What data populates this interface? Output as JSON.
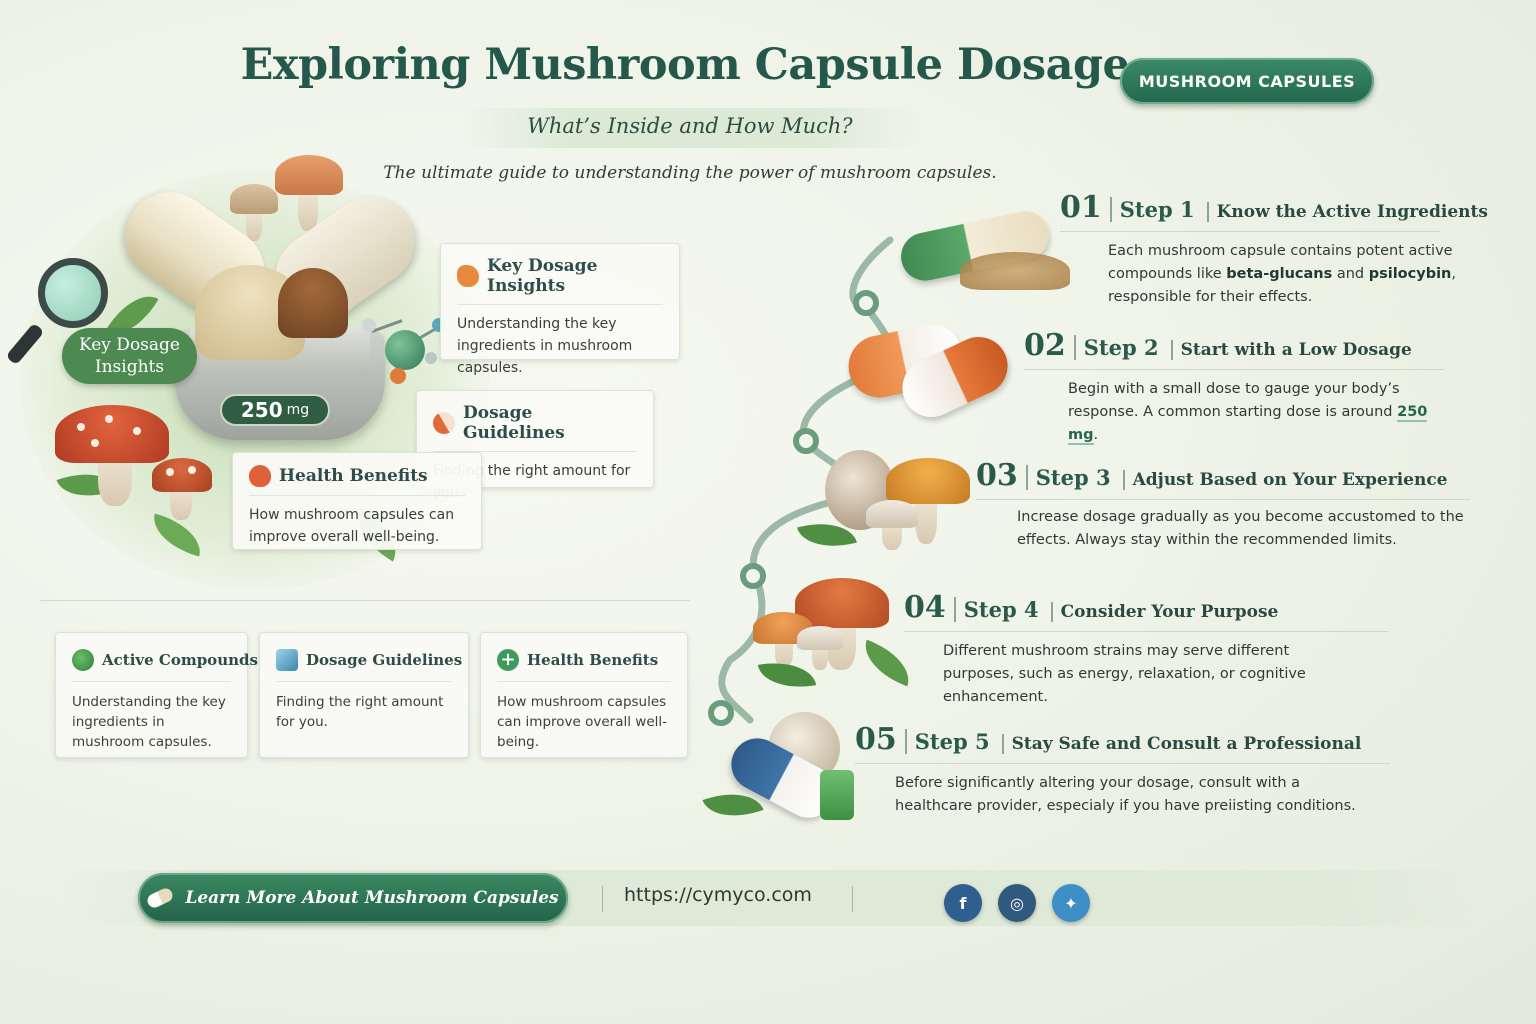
{
  "header": {
    "title": "Exploring Mushroom Capsule Dosage",
    "subtitle": "What’s Inside and How Much?",
    "tagline": "The ultimate guide to understanding the power of mushroom capsules.",
    "badge": "MUSHROOM CAPSULES"
  },
  "hero": {
    "label": "Key Dosage Insights",
    "dose_value": "250",
    "dose_unit": "mg"
  },
  "callouts": [
    {
      "title": "Key Dosage Insights",
      "body": "Understanding the key ingredients in mushroom capsules.",
      "icon": "hand-icon"
    },
    {
      "title": "Dosage Guidelines",
      "body": "Finding the right amount for you.",
      "icon": "pill-icon"
    },
    {
      "title": "Health Benefits",
      "body": "How mushroom capsules can improve overall well-being.",
      "icon": "heart-icon"
    }
  ],
  "features": [
    {
      "title": "Active Compounds",
      "body": "Understanding the key ingredients in mushroom capsules.",
      "icon": "compound-icon"
    },
    {
      "title": "Dosage Guidelines",
      "body": "Finding the right amount for you.",
      "icon": "cube-icon"
    },
    {
      "title": "Health Benefits",
      "body": "How mushroom capsules can improve overall well-being.",
      "icon": "plus-icon"
    }
  ],
  "steps": [
    {
      "num": "01",
      "label": "Step 1",
      "title": "Know the Active Ingredients",
      "body_pre": "Each mushroom capsule contains potent active compounds like ",
      "bold1": "beta-glucans",
      "mid": " and ",
      "bold2": "psilocybin",
      "body_post": ", responsible for their effects."
    },
    {
      "num": "02",
      "label": "Step 2",
      "title": "Start with a Low Dosage",
      "body_pre": "Begin with a small dose to gauge your body’s response. A common starting dose is around ",
      "highlight": "250 mg",
      "body_post": "."
    },
    {
      "num": "03",
      "label": "Step 3",
      "title": "Adjust Based on Your Experience",
      "body": "Increase dosage gradually as you become accustomed to the effects. Always stay within the recommended limits."
    },
    {
      "num": "04",
      "label": "Step 4",
      "title": "Consider Your Purpose",
      "body": "Different mushroom strains may serve different purposes, such as energy, relaxation, or cognitive enhancement."
    },
    {
      "num": "05",
      "label": "Step 5",
      "title": "Stay Safe and Consult a Professional",
      "body": "Before significantly altering your dosage, consult with a healthcare provider, especialy if you have preiisting conditions."
    }
  ],
  "footer": {
    "cta": "Learn More About Mushroom Capsules",
    "url": "https://cymyco.com",
    "social": [
      {
        "name": "facebook-icon",
        "glyph": "f",
        "color": "#2e5f8f"
      },
      {
        "name": "instagram-icon",
        "glyph": "◎",
        "color": "#2f5a7e"
      },
      {
        "name": "twitter-icon",
        "glyph": "✦",
        "color": "#3f8fc7"
      }
    ]
  },
  "colors": {
    "brand_green": "#24684c",
    "title_green": "#24584a",
    "accent_orange": "#e07a3a"
  }
}
